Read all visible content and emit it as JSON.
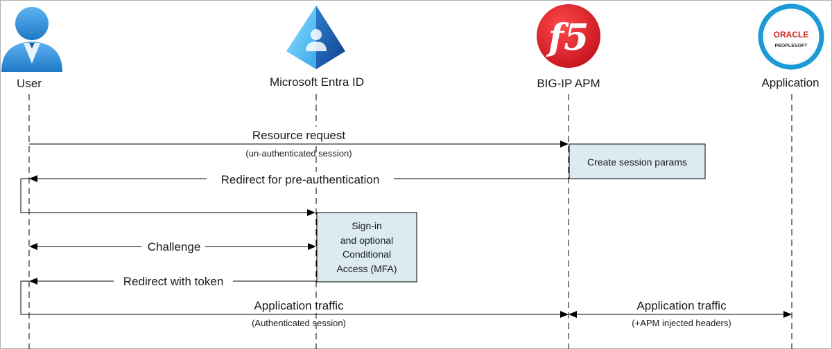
{
  "actors": {
    "user": "User",
    "entra": "Microsoft Entra ID",
    "bigip": "BIG-IP APM",
    "app": "Application",
    "oracle_logo_line1": "ORACLE",
    "oracle_logo_line2": "PEOPLESOFT",
    "f5_logo": "f5"
  },
  "messages": {
    "resource_request": "Resource request",
    "resource_request_sub": "(un-authenticated session)",
    "redirect_preauth": "Redirect for pre-authentication",
    "challenge": "Challenge",
    "redirect_token": "Redirect with token",
    "app_traffic": "Application traffic",
    "app_traffic_sub": "(Authenticated session)",
    "app_traffic_2": "Application traffic",
    "app_traffic_2_sub": "(+APM injected headers)"
  },
  "boxes": {
    "create_session": "Create session params",
    "signin_line1": "Sign-in",
    "signin_line2": "and optional",
    "signin_line3": "Conditional",
    "signin_line4": "Access (MFA)"
  },
  "colors": {
    "box_fill": "#dcebf1",
    "line": "#000000",
    "user_blue": "#2d8fd8",
    "entra_light": "#5ec6f2",
    "entra_dark": "#1e64b4",
    "f5_red": "#e4202e",
    "oracle_ring": "#1b9ad6",
    "oracle_red": "#d0201b"
  }
}
